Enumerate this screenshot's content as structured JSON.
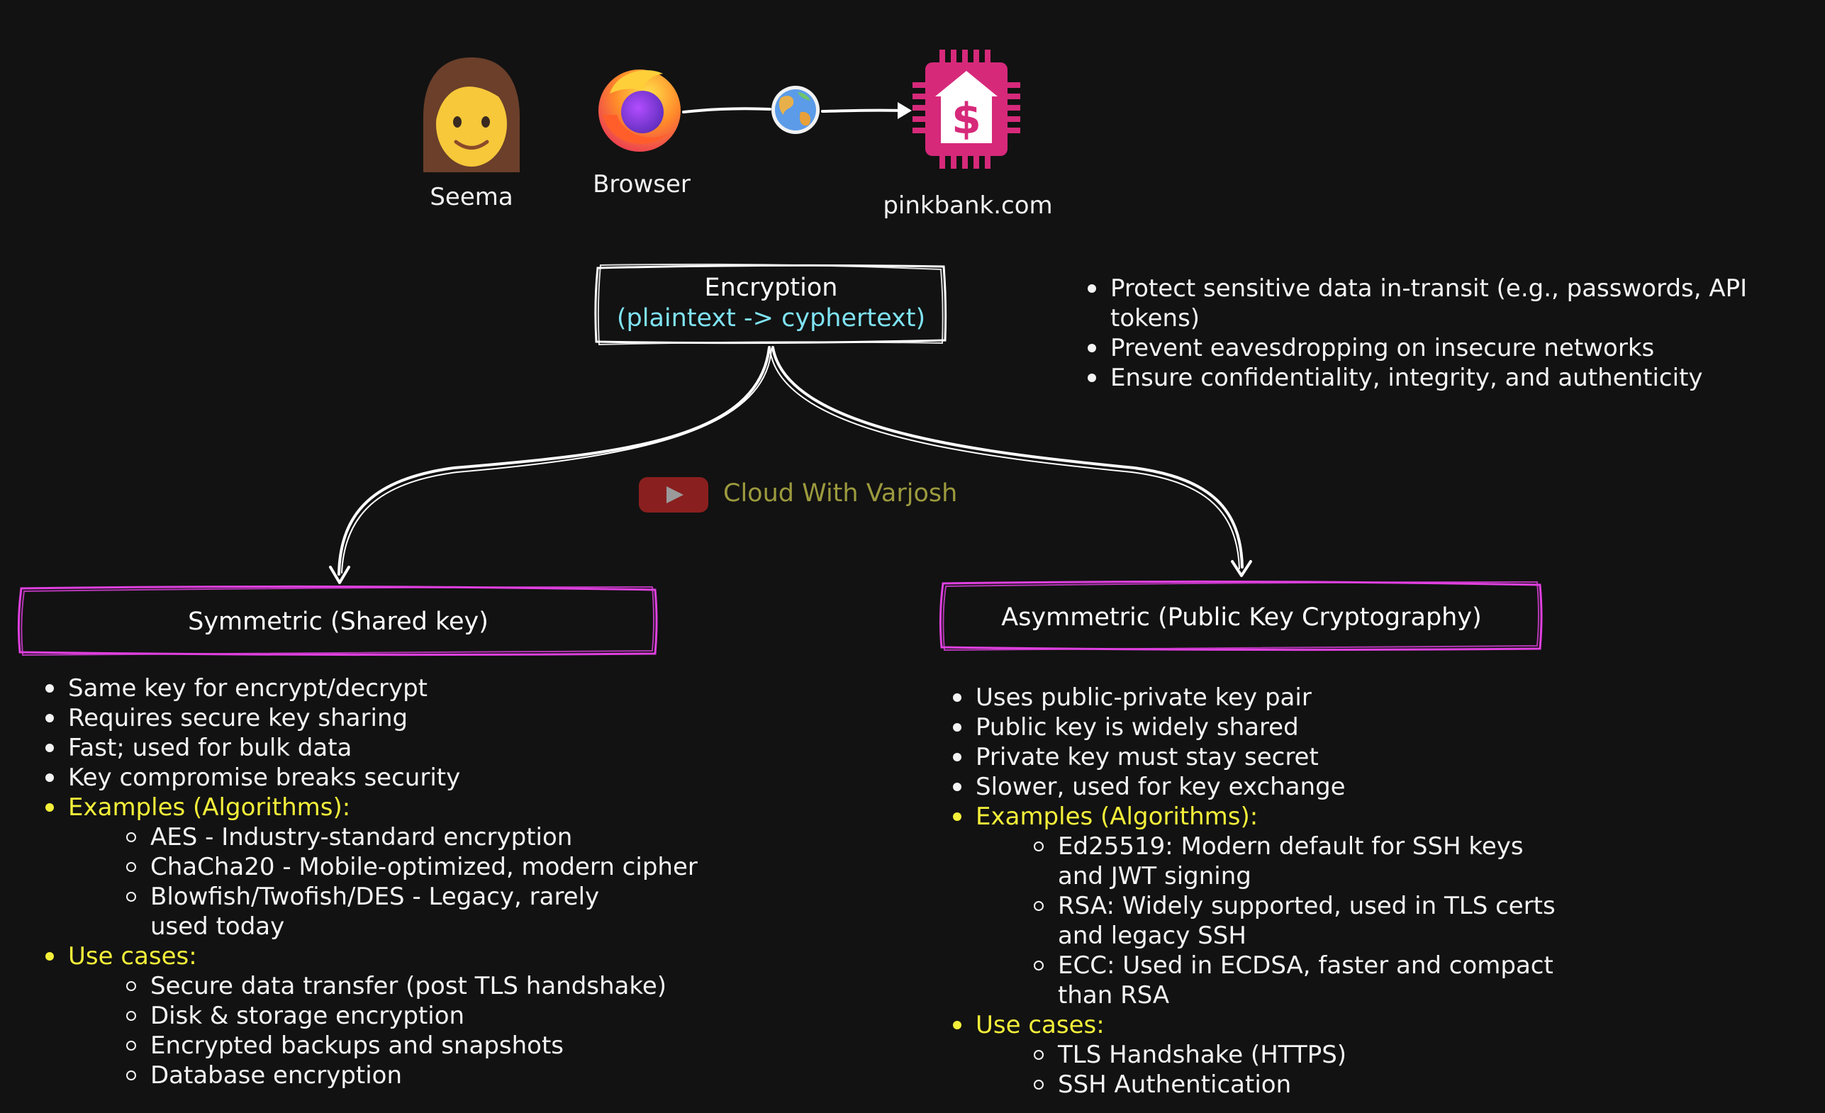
{
  "actors": {
    "user": {
      "label": "Seema",
      "icon": "woman-icon"
    },
    "browser": {
      "label": "Browser",
      "icon": "firefox-icon"
    },
    "internet": {
      "icon": "globe-icon"
    },
    "server": {
      "label": "pinkbank.com",
      "icon": "bank-chip-icon"
    }
  },
  "encryption": {
    "title": "Encryption",
    "subtitle": "(plaintext -> cyphertext)"
  },
  "goals": [
    "Protect sensitive data in-transit (e.g., passwords, API tokens)",
    "Prevent eavesdropping on insecure networks",
    "Ensure confidentiality, integrity, and authenticity"
  ],
  "watermark": {
    "text": "Cloud With Varjosh",
    "icon": "youtube-icon"
  },
  "symmetric": {
    "title": "Symmetric (Shared key)",
    "points": [
      "Same key for encrypt/decrypt",
      "Requires secure key sharing",
      "Fast; used for bulk data",
      "Key compromise breaks security"
    ],
    "examples_label": "Examples (Algorithms):",
    "examples": [
      "AES - Industry-standard encryption",
      "ChaCha20 - Mobile-optimized, modern cipher",
      "Blowfish/Twofish/DES - Legacy, rarely used today"
    ],
    "usecases_label": "Use cases:",
    "usecases": [
      "Secure data transfer (post TLS handshake)",
      "Disk & storage encryption",
      "Encrypted backups and snapshots",
      "Database encryption"
    ]
  },
  "asymmetric": {
    "title": "Asymmetric (Public Key Cryptography)",
    "points": [
      "Uses public-private key pair",
      "Public key is widely shared",
      "Private key must stay secret",
      "Slower, used for key exchange"
    ],
    "examples_label": "Examples (Algorithms):",
    "examples": [
      "Ed25519: Modern default for SSH keys and JWT signing",
      "RSA: Widely supported, used in TLS certs and legacy SSH",
      "ECC: Used in ECDSA, faster and compact than RSA"
    ],
    "usecases_label": "Use cases:",
    "usecases": [
      "TLS Handshake (HTTPS)",
      "SSH Authentication"
    ]
  },
  "colors": {
    "background": "#121212",
    "accent_magenta": "#e040e0",
    "highlight_yellow": "#f4f03a",
    "subtitle_cyan": "#7fe3f2",
    "bank_pink": "#d6297a",
    "watermark_olive": "#9c9a3e"
  }
}
